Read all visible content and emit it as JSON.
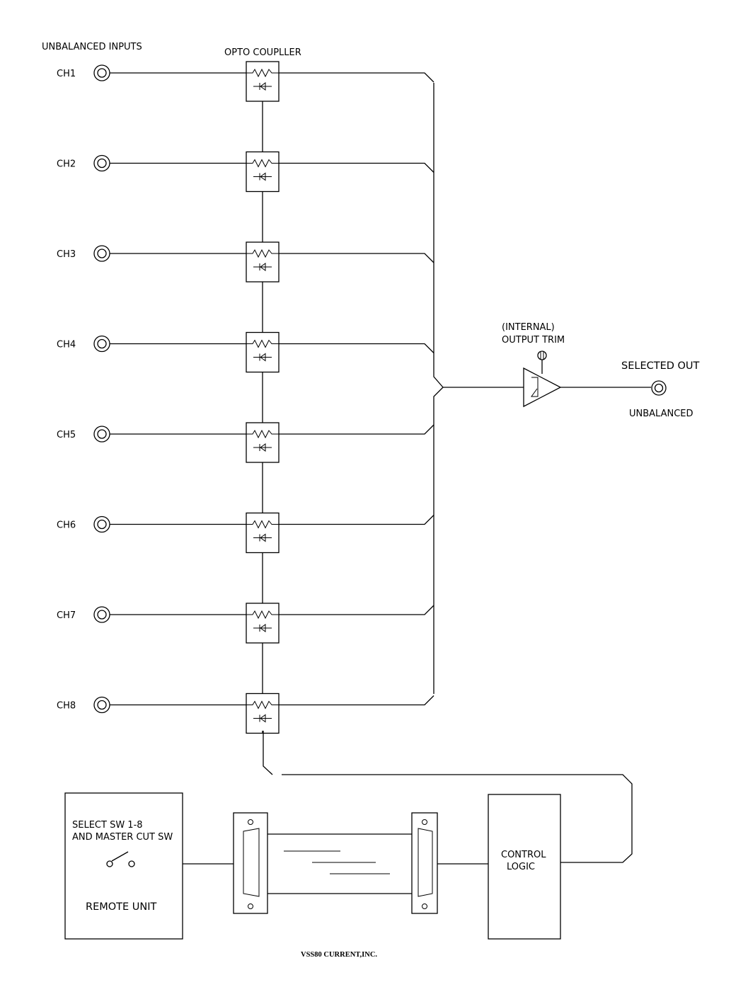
{
  "labels": {
    "inputs_heading": "UNBALANCED INPUTS",
    "coupler_heading": "OPTO COUPLLER",
    "trim_line1": "(INTERNAL)",
    "trim_line2": "OUTPUT TRIM",
    "selected_out": "SELECTED OUT",
    "unbalanced": "UNBALANCED",
    "remote_line1": "SELECT SW 1-8",
    "remote_line2": "AND MASTER CUT SW",
    "remote_title": "REMOTE UNIT",
    "control_line1": "CONTROL",
    "control_line2": "LOGIC",
    "footer": "VSS80 CURRENT,INC."
  },
  "channels": [
    "CH1",
    "CH2",
    "CH3",
    "CH4",
    "CH5",
    "CH6",
    "CH7",
    "CH8"
  ],
  "colors": {
    "line": "#000000",
    "background": "#ffffff"
  }
}
